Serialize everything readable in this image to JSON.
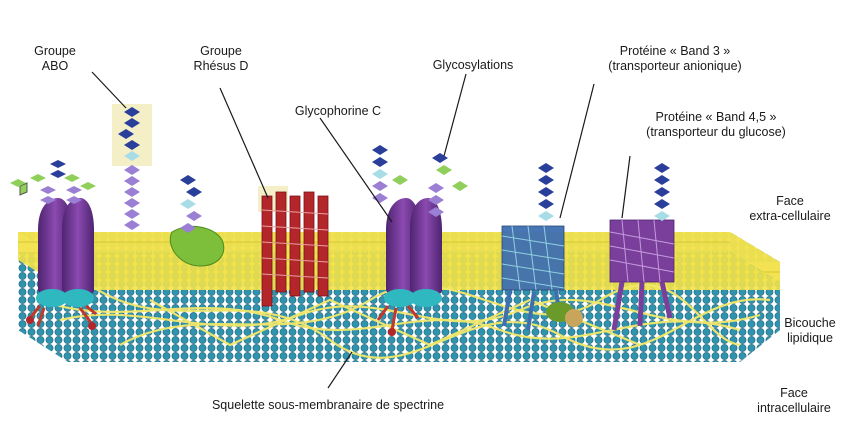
{
  "labels": {
    "abo": [
      "Groupe",
      "ABO"
    ],
    "rhesus": [
      "Groupe",
      "Rhésus D"
    ],
    "glycophorine": [
      "Glycophorine C"
    ],
    "glycosylations": [
      "Glycosylations"
    ],
    "band3": [
      "Protéine « Band 3 »",
      "(transporteur anionique)"
    ],
    "band45": [
      "Protéine « Band 4,5 »",
      "(transporteur du glucose)"
    ],
    "face_extra": [
      "Face",
      "extra-cellulaire"
    ],
    "bicouche": [
      "Bicouche",
      "lipidique"
    ],
    "face_intra": [
      "Face",
      "intracellulaire"
    ],
    "spectrine": [
      "Squelette sous-membranaire de spectrine"
    ]
  },
  "colors": {
    "membrane_top": "#2f8fb0",
    "membrane_head": "#3aa6bf",
    "lipid_band": "#f2e24a",
    "purple_protein": "#7a3f9a",
    "red_protein": "#b3262a",
    "green_protein": "#7dbf3a",
    "blue_protein": "#3f6fb0",
    "spectrin": "#f3e86b",
    "sugar_blue": "#2a3f9a",
    "sugar_green": "#8fcf5a",
    "sugar_lightblue": "#a8dde8",
    "highlight": "#f5efc8"
  }
}
